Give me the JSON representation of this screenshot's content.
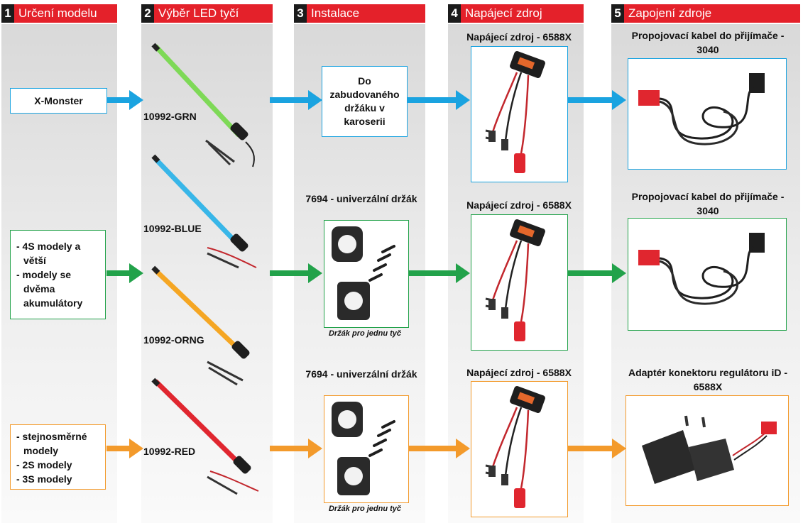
{
  "colors": {
    "header_red": "#e4212a",
    "header_num": "#1b1b1b",
    "blue": "#1aa3e0",
    "green": "#22a24a",
    "orange": "#f39a2b"
  },
  "headers": [
    {
      "num": "1",
      "label": "Určení modelu"
    },
    {
      "num": "2",
      "label": "Výběr LED tyčí"
    },
    {
      "num": "3",
      "label": "Instalace"
    },
    {
      "num": "4",
      "label": "Napájecí zdroj"
    },
    {
      "num": "5",
      "label": "Zapojení zdroje"
    }
  ],
  "models": {
    "row1": {
      "lines": [
        "X-Monster"
      ]
    },
    "row2": {
      "lines": [
        "- 4S modely a",
        "větší",
        "- modely se",
        "dvěma",
        "akumulátory"
      ]
    },
    "row3": {
      "lines": [
        "- stejnosměrné",
        "modely",
        "- 2S modely",
        "- 3S modely"
      ]
    }
  },
  "led_bars": [
    {
      "part": "10992-GRN",
      "color": "#7ed957"
    },
    {
      "part": "10992-BLUE",
      "color": "#38b6e8"
    },
    {
      "part": "10992-ORNG",
      "color": "#f5a623"
    },
    {
      "part": "10992-RED",
      "color": "#e0262f"
    }
  ],
  "installation": {
    "row1": {
      "text": "Do zabudovaného držáku v karoserii"
    },
    "row2": {
      "title": "7694 -  univerzální držák",
      "caption": "Držák pro jednu tyč"
    },
    "row3": {
      "title": "7694 -  univerzální držák",
      "caption": "Držák pro jednu tyč"
    }
  },
  "power": {
    "row1": {
      "title": "Napájecí zdroj - 6588X"
    },
    "row2": {
      "title": "Napájecí zdroj - 6588X"
    },
    "row3": {
      "title": "Napájecí zdroj - 6588X"
    }
  },
  "connection": {
    "row1": {
      "title": "Propojovací kabel do přijímače - 3040"
    },
    "row2": {
      "title": "Propojovací kabel do přijímače - 3040"
    },
    "row3": {
      "title": "Adaptér konektoru regulátoru iD - 6588X"
    }
  }
}
